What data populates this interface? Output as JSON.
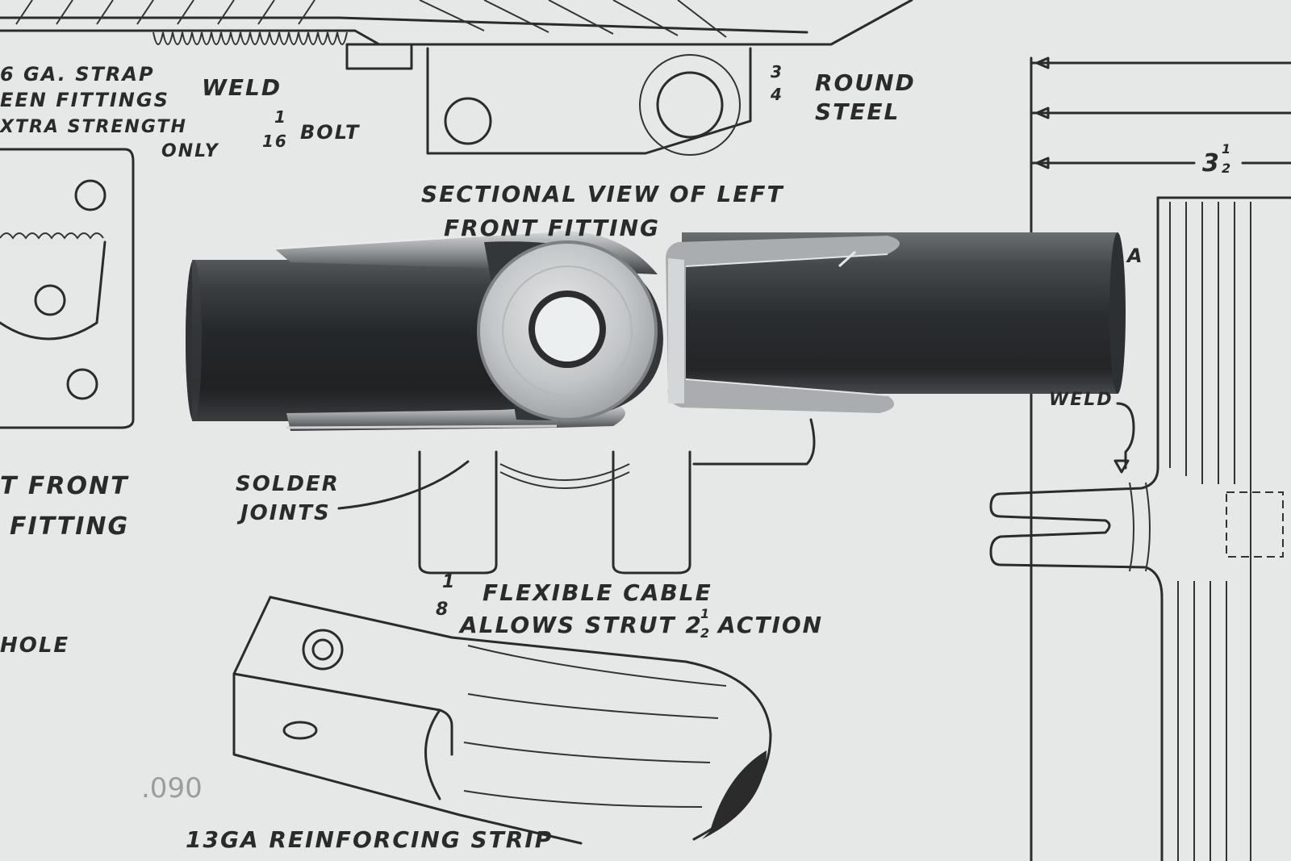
{
  "drawing": {
    "colors": {
      "paper": "#e9ebea",
      "ink": "#2b2b2b",
      "steel_dark": "#2a2d30",
      "steel_light": "#c9ccce"
    },
    "labels": {
      "strap_1": "6 GA. STRAP",
      "strap_2": "EEN FITTINGS",
      "strap_3": "XTRA STRENGTH",
      "strap_4": "ONLY",
      "weld_top": "WELD",
      "bolt_num": "1",
      "bolt_den": "16",
      "bolt_text": "BOLT",
      "round_num": "3",
      "round_den": "4",
      "round_1": "ROUND",
      "round_2": "STEEL",
      "section_1": "SECTIONAL VIEW OF LEFT",
      "section_2": "FRONT FITTING",
      "dim_whole": "3",
      "dim_num": "1",
      "dim_den": "2",
      "letter_a": "A",
      "weld_right": "WELD",
      "front_1": "T  FRONT",
      "front_2": "FITTING",
      "solder_1": "SOLDER",
      "solder_2": "JOINTS",
      "cable_num": "1",
      "cable_den": "8",
      "cable_1": "FLEXIBLE CABLE",
      "cable_2": "ALLOWS STRUT 2",
      "cable_frac_num": "1",
      "cable_frac_den": "2",
      "cable_3": "ACTION",
      "hole": "HOLE",
      "thickness": ".090",
      "reinforcing": "13GA REINFORCING STRIP"
    }
  }
}
